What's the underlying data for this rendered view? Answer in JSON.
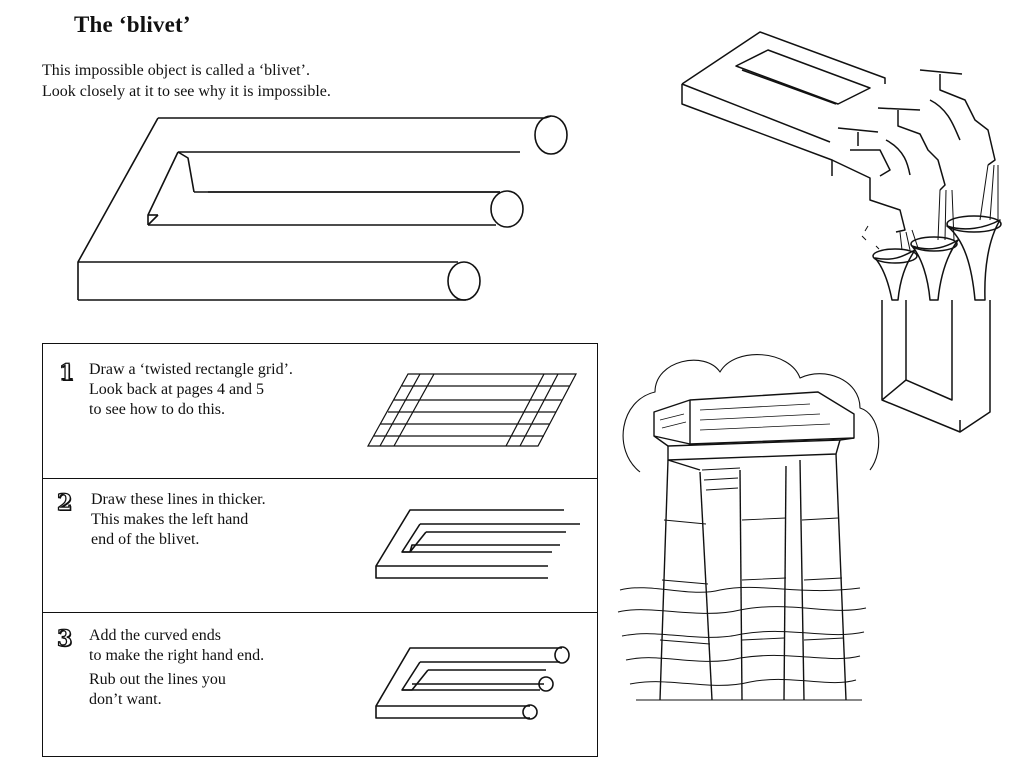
{
  "page": {
    "title": "The ‘blivet’",
    "intro": [
      "This impossible object is called a ‘blivet’.",
      "Look closely at it to see why it is impossible."
    ]
  },
  "steps": [
    {
      "number": "1",
      "lines": [
        "Draw a ‘twisted rectangle grid’.",
        "Look back at pages 4 and 5",
        "to see how to do this."
      ]
    },
    {
      "number": "2",
      "lines": [
        "Draw these lines in thicker.",
        "This makes the left hand",
        "end of the blivet."
      ]
    },
    {
      "number": "3",
      "lines": [
        "Add the curved ends",
        "to make the right hand end.",
        "Rub out the lines you",
        "don’t want."
      ]
    }
  ],
  "illustrations": {
    "blivet": "impossible-fork",
    "taps": "impossible-tap-frame",
    "temple": "impossible-temple-gate"
  },
  "colors": {
    "ink": "#111111",
    "paper": "#ffffff"
  }
}
